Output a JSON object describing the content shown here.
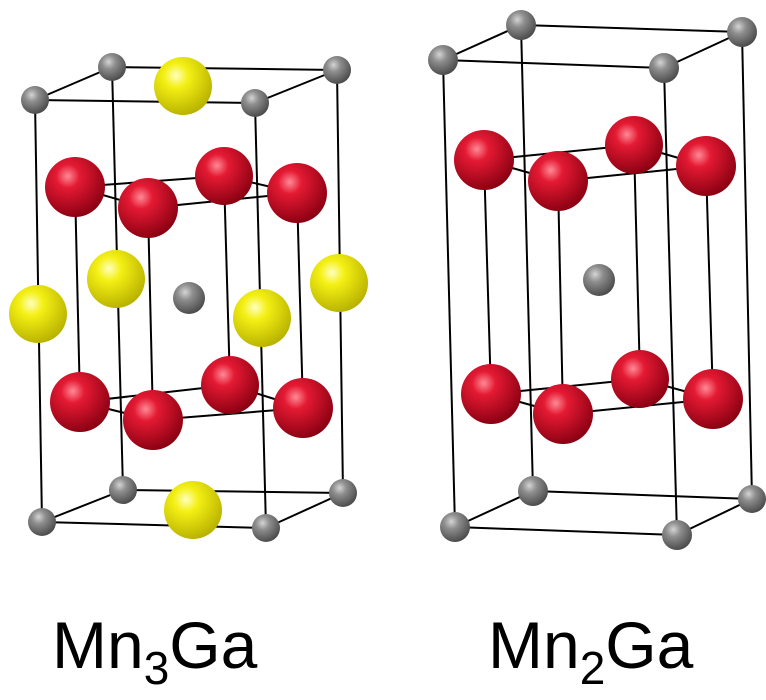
{
  "colors": {
    "mn_atom": "#d8102a",
    "ga_atom": "#8a8a8a",
    "mn_site_yellow": "#f2ee12",
    "bond": "#000000",
    "background": "#ffffff"
  },
  "structures": [
    {
      "id": "mn3ga",
      "formula_main": "Mn",
      "formula_sub": "3",
      "formula_tail": "Ga"
    },
    {
      "id": "mn2ga",
      "formula_main": "Mn",
      "formula_sub": "2",
      "formula_tail": "Ga"
    }
  ]
}
